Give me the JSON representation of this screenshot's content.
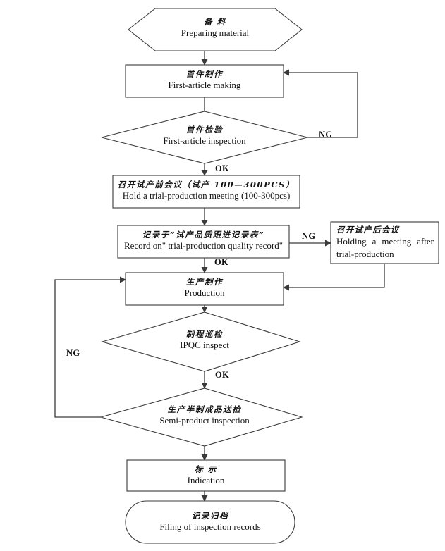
{
  "diagram": {
    "title": "Quality inspection process flowchart",
    "background_color": "#ffffff",
    "line_color": "#3a3a3a",
    "text_color": "#101010",
    "nodes": [
      {
        "id": "prepare",
        "shape": "hexagon",
        "cn": "备 料",
        "en": "Preparing material"
      },
      {
        "id": "first-article-making",
        "shape": "rectangle",
        "cn": "首件制作",
        "en": "First-article making"
      },
      {
        "id": "first-article-inspection",
        "shape": "diamond",
        "cn": "首件检验",
        "en": "First-article inspection"
      },
      {
        "id": "trial-production-meeting",
        "shape": "rectangle",
        "cn": "召开试产前会议（试产 100—300PCS）",
        "en": "Hold a trial-production meeting (100-300pcs)"
      },
      {
        "id": "quality-record",
        "shape": "rectangle",
        "cn": "记录于“试产品质跟进记录表”",
        "en": "Record on\" trial-production quality record\""
      },
      {
        "id": "after-meeting",
        "shape": "rectangle",
        "cn": "召开试产后会议",
        "en": "Holding a meeting after trial-production"
      },
      {
        "id": "production",
        "shape": "rectangle",
        "cn": "生产制作",
        "en": "Production"
      },
      {
        "id": "ipqc-inspect",
        "shape": "diamond",
        "cn": "制程巡检",
        "en": "IPQC inspect"
      },
      {
        "id": "semi-product-inspection",
        "shape": "diamond",
        "cn": "生产半制成品送检",
        "en": "Semi-product  inspection"
      },
      {
        "id": "indication",
        "shape": "rectangle",
        "cn": "标 示",
        "en": "Indication"
      },
      {
        "id": "filing",
        "shape": "stadium",
        "cn": "记录归档",
        "en": "Filing of inspection records"
      }
    ],
    "edge_labels": [
      {
        "id": "ng-first-article",
        "text": "NG"
      },
      {
        "id": "ok-first-article",
        "text": "OK"
      },
      {
        "id": "ng-quality-record",
        "text": "NG"
      },
      {
        "id": "ok-quality-record",
        "text": "OK"
      },
      {
        "id": "ok-ipqc",
        "text": "OK"
      },
      {
        "id": "ng-semi-product",
        "text": "NG"
      }
    ]
  }
}
